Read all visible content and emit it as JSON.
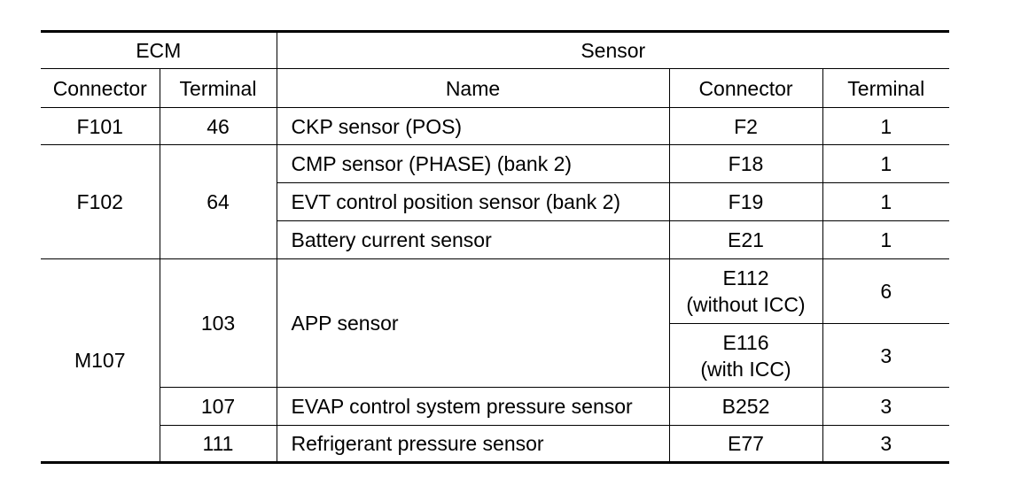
{
  "table": {
    "header": {
      "ecm": "ECM",
      "sensor": "Sensor",
      "ecm_connector": "Connector",
      "ecm_terminal": "Terminal",
      "sensor_name": "Name",
      "sensor_connector": "Connector",
      "sensor_terminal": "Terminal"
    },
    "groups": [
      {
        "connector": "F101",
        "terminals": [
          {
            "terminal": "46",
            "sensors": [
              {
                "name": "CKP sensor (POS)",
                "connectors": [
                  {
                    "connector": "F2",
                    "terminal": "1"
                  }
                ]
              }
            ]
          }
        ]
      },
      {
        "connector": "F102",
        "terminals": [
          {
            "terminal": "64",
            "sensors": [
              {
                "name": "CMP sensor (PHASE) (bank 2)",
                "connectors": [
                  {
                    "connector": "F18",
                    "terminal": "1"
                  }
                ]
              },
              {
                "name": "EVT control position sensor (bank 2)",
                "connectors": [
                  {
                    "connector": "F19",
                    "terminal": "1"
                  }
                ]
              },
              {
                "name": "Battery current sensor",
                "connectors": [
                  {
                    "connector": "E21",
                    "terminal": "1"
                  }
                ]
              }
            ]
          }
        ]
      },
      {
        "connector": "M107",
        "terminals": [
          {
            "terminal": "103",
            "sensors": [
              {
                "name": "APP sensor",
                "connectors": [
                  {
                    "connector": "E112",
                    "note": "(without ICC)",
                    "terminal": "6"
                  },
                  {
                    "connector": "E116",
                    "note": "(with ICC)",
                    "terminal": "3"
                  }
                ]
              }
            ]
          },
          {
            "terminal": "107",
            "sensors": [
              {
                "name": "EVAP control system pressure sensor",
                "connectors": [
                  {
                    "connector": "B252",
                    "terminal": "3"
                  }
                ]
              }
            ]
          },
          {
            "terminal": "111",
            "sensors": [
              {
                "name": "Refrigerant pressure sensor",
                "connectors": [
                  {
                    "connector": "E77",
                    "terminal": "3"
                  }
                ]
              }
            ]
          }
        ]
      }
    ]
  }
}
